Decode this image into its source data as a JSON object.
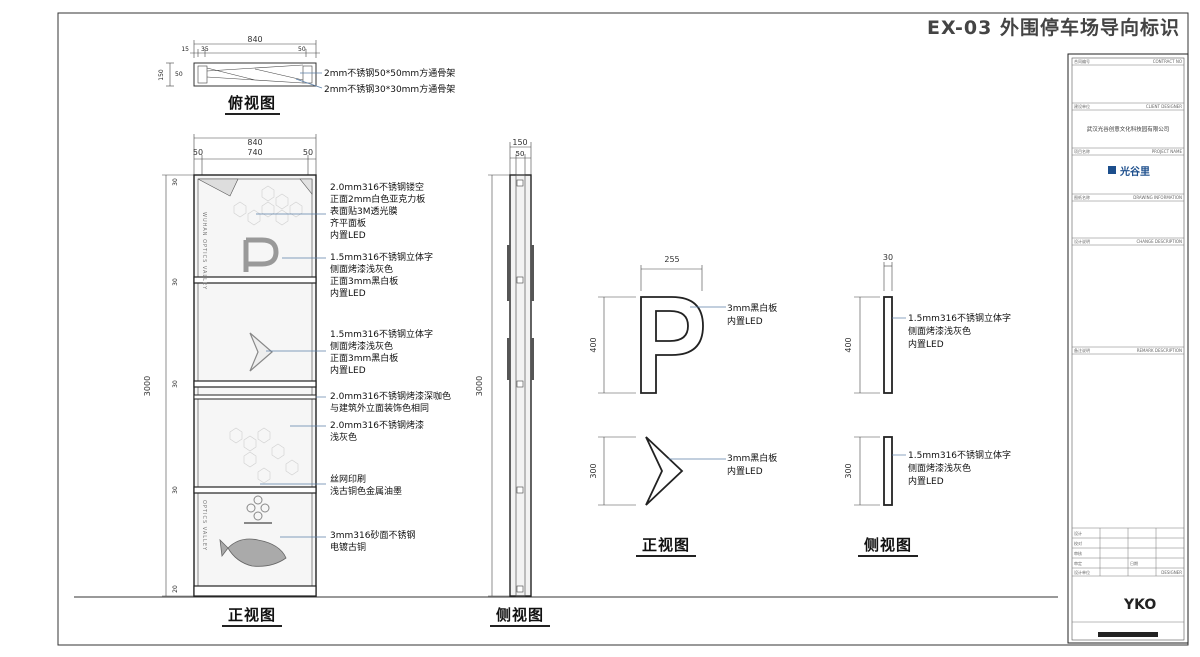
{
  "sheet_title": "EX-03 外围停车场导向标识",
  "views": {
    "top": "俯视图",
    "front_main": "正视图",
    "side_main": "侧视图",
    "front_detail": "正视图",
    "side_detail": "侧视图"
  },
  "top_view": {
    "dim_total": "840",
    "dim_left": "15",
    "dim_left2": "35",
    "dim_right": "50",
    "dim_h1": "150",
    "dim_h2": "50",
    "notes": [
      "2mm不锈钢50*50mm方通骨架",
      "2mm不锈钢30*30mm方通骨架"
    ]
  },
  "front_view": {
    "dim_total": "840",
    "dim_left": "50",
    "dim_mid": "740",
    "dim_right": "50",
    "dim_height": "3000",
    "dim_30": "30",
    "dim_20": "20",
    "vertical_text_top": "WUHAN OPTICS VALLEY",
    "vertical_text_bottom": "OPTICS VALLEY",
    "notes": [
      [
        "2.0mm316不锈钢镂空",
        "正面2mm白色亚克力板",
        "表面贴3M透光膜",
        "齐平面板",
        "内置LED"
      ],
      [
        "1.5mm316不锈钢立体字",
        "侧面烤漆浅灰色",
        "正面3mm黑白板",
        "内置LED"
      ],
      [
        "1.5mm316不锈钢立体字",
        "侧面烤漆浅灰色",
        "正面3mm黑白板",
        "内置LED"
      ],
      [
        "2.0mm316不锈钢烤漆深咖色",
        "与建筑外立面装饰色相同"
      ],
      [
        "2.0mm316不锈钢烤漆",
        "浅灰色"
      ],
      [
        "丝网印刷",
        "浅古铜色金属油墨"
      ],
      [
        "3mm316砂面不锈钢",
        "电镀古铜"
      ]
    ]
  },
  "side_view": {
    "dim_total": "150",
    "dim_inner": "50",
    "dim_height": "3000"
  },
  "detail_front": {
    "dim_width": "255",
    "dim_p_height": "400",
    "dim_arrow_height": "300",
    "note_p": [
      "3mm黑白板",
      "内置LED"
    ],
    "note_arrow": [
      "3mm黑白板",
      "内置LED"
    ]
  },
  "detail_side": {
    "dim_thickness": "30",
    "dim_p_height": "400",
    "dim_arrow_height": "300",
    "note_p": [
      "1.5mm316不锈钢立体字",
      "侧面烤漆浅灰色",
      "内置LED"
    ],
    "note_arrow": [
      "1.5mm316不锈钢立体字",
      "侧面烤漆浅灰色",
      "内置LED"
    ]
  },
  "title_block": {
    "contract_label": "合同编号",
    "contract_code": "CONTRACT NO",
    "client_label": "建设单位",
    "client_code": "CLIENT DESIGNER",
    "client_name": "武汉光谷创意文化科技园有限公司",
    "project_label": "项目名称",
    "project_code": "PROJECT NAME",
    "project_logo_text": "光谷里",
    "drawing_label": "图纸名称",
    "drawing_code": "DRAWING INFORMATION",
    "design_label": "设计说明",
    "design_code": "CHANGE DESCRIPTION",
    "remark_label": "备注说明",
    "remark_code": "REMARK DESCRIPTION",
    "row_labels": [
      "设计",
      "校对",
      "审核",
      "审定"
    ],
    "date_label": "日期",
    "designer_label": "设计单位",
    "designer_code": "DESIGNER",
    "designer_logo": "YKO"
  },
  "colors": {
    "line": "#222222",
    "leader": "#5b7fa8",
    "panel": "#f2f2f2"
  }
}
